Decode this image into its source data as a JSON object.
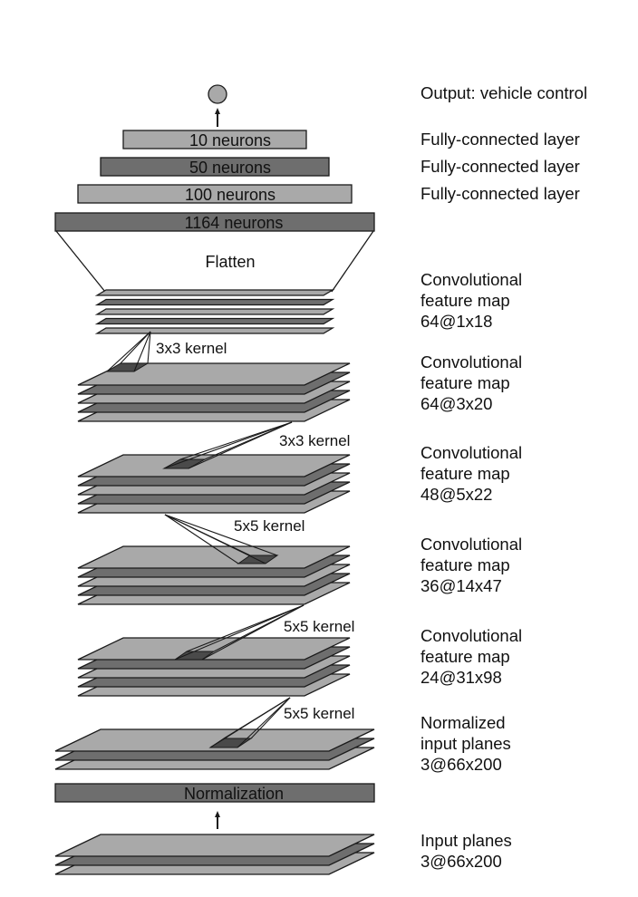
{
  "colors": {
    "light_fill": "#a9a9a9",
    "dark_fill": "#6e6e6e",
    "kernel_fill": "#4a4a4a",
    "stroke": "#1a1a1a",
    "output_node": "#a9a9a9"
  },
  "fc_layers": [
    {
      "label": "10 neurons",
      "shade": "light"
    },
    {
      "label": "50 neurons",
      "shade": "dark"
    },
    {
      "label": "100 neurons",
      "shade": "light"
    },
    {
      "label": "1164 neurons",
      "shade": "dark"
    }
  ],
  "flatten_label": "Flatten",
  "normalization_label": "Normalization",
  "kernels": [
    "3x3 kernel",
    "3x3 kernel",
    "5x5 kernel",
    "5x5 kernel",
    "5x5 kernel"
  ],
  "side_labels": [
    {
      "id": "output",
      "text": "Output: vehicle control"
    },
    {
      "id": "fc10",
      "text": "Fully-connected layer"
    },
    {
      "id": "fc50",
      "text": "Fully-connected layer"
    },
    {
      "id": "fc100",
      "text": "Fully-connected layer"
    },
    {
      "id": "conv5",
      "text": "Convolutional\nfeature map\n64@1x18"
    },
    {
      "id": "conv4",
      "text": "Convolutional\nfeature map\n64@3x20"
    },
    {
      "id": "conv3",
      "text": "Convolutional\nfeature map\n48@5x22"
    },
    {
      "id": "conv2",
      "text": "Convolutional\nfeature map\n36@14x47"
    },
    {
      "id": "conv1",
      "text": "Convolutional\nfeature map\n24@31x98"
    },
    {
      "id": "norm",
      "text": "Normalized\ninput planes\n3@66x200"
    },
    {
      "id": "input",
      "text": "Input planes\n3@66x200"
    }
  ],
  "feature_map_stacks": [
    {
      "id": "conv5",
      "name": "64@1x18",
      "planes": 5
    },
    {
      "id": "conv4",
      "name": "64@3x20",
      "planes": 5
    },
    {
      "id": "conv3",
      "name": "48@5x22",
      "planes": 5
    },
    {
      "id": "conv2",
      "name": "36@14x47",
      "planes": 5
    },
    {
      "id": "conv1",
      "name": "24@31x98",
      "planes": 5
    },
    {
      "id": "norm",
      "name": "3@66x200",
      "planes": 3
    },
    {
      "id": "input",
      "name": "3@66x200",
      "planes": 3
    }
  ]
}
